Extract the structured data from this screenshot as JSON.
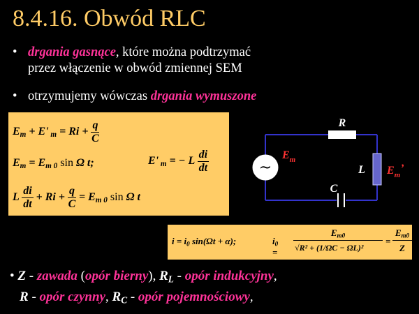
{
  "title": "8.4.16. Obwód RLC",
  "bullet1": {
    "highlight": "drgania gasnące",
    "line1_rest": ", które można podtrzymać",
    "line2": "przez włączenie w obwód zmiennej SEM"
  },
  "bullet2": {
    "text": "otrzymujemy wówczas ",
    "highlight": "drgania wymuszone"
  },
  "equations": {
    "eq1_left": "E",
    "eq3_rhs": "sin Ωt"
  },
  "circuit": {
    "R": "R",
    "L": "L",
    "C": "C",
    "Em": "E",
    "Em_sub": "m",
    "Emprime": "E",
    "Emprime_sub": "m",
    "Emprime_mark": "’",
    "source_symbol": "~"
  },
  "bottom": {
    "line1": {
      "Z": "Z",
      "dash1": " - ",
      "zawada": "zawada",
      "open": " (",
      "opor_bierny": "opór bierny",
      "close": "), ",
      "RL": "R",
      "RL_sub": "L",
      "dash2": " - ",
      "opor_ind": "opór indukcyjny",
      "comma": ","
    },
    "line2": {
      "R": "R",
      "dash1": " - ",
      "opor_czynny": "opór czynny",
      "comma1": ", ",
      "RC": "R",
      "RC_sub": "C",
      "dash2": " - ",
      "opor_poj": "opór pojemnościowy",
      "comma2": ","
    }
  },
  "colors": {
    "background": "#000000",
    "title": "#ffcc66",
    "highlight": "#ff3399",
    "box": "#ffcc66",
    "wire": "#3333cc",
    "label_red": "#ff3333"
  }
}
